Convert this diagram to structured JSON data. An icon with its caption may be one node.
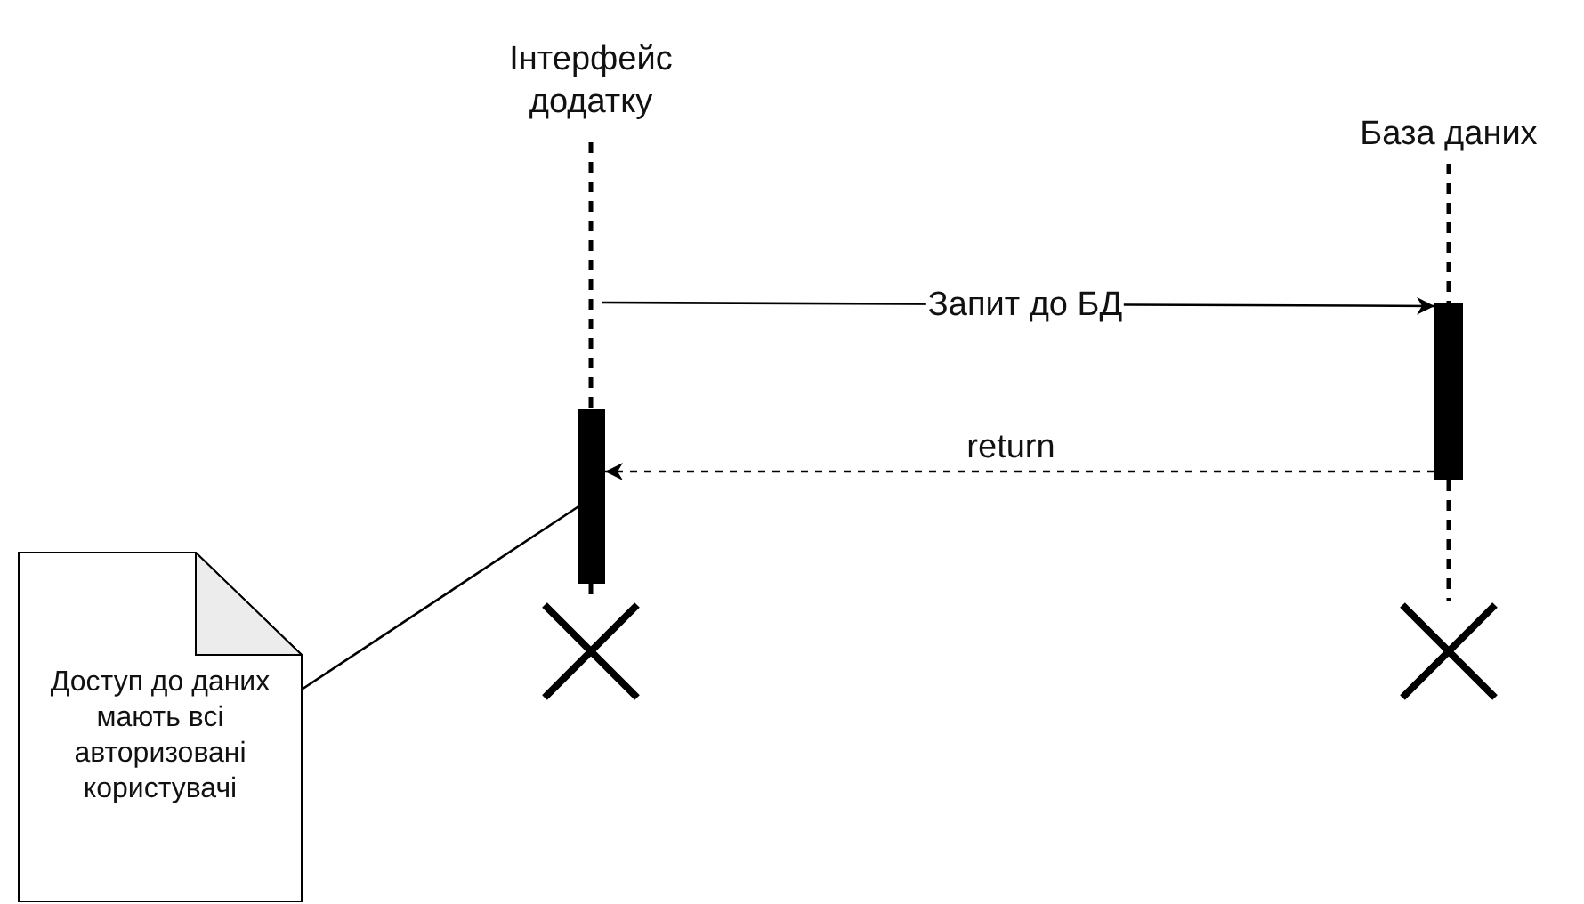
{
  "diagram": {
    "nodes": [
      {
        "text": [
          "Інтерфейс додатку"
        ]
      },
      {
        "text": [
          "База даних"
        ]
      },
      {
        "text": [],
        "shape": "bar"
      },
      {
        "text": [],
        "shape": "bar"
      },
      {
        "text": [
          "Доступ до даних мають всі авторизовані користувачі"
        ]
      },
      {
        "text": [],
        "shape": "cross"
      },
      {
        "text": [],
        "shape": "cross"
      }
    ],
    "edges": [
      {
        "from": 0,
        "to": 2,
        "arrow": "none",
        "style": "dashed"
      },
      {
        "from": 1,
        "to": 3,
        "arrow": "none",
        "style": "dashed"
      },
      {
        "from": null,
        "to": 3,
        "arrow": "to",
        "label": "Запит до БД"
      },
      {
        "from": 3,
        "to": 2,
        "arrow": "to",
        "label": "return",
        "style": "dashed"
      },
      {
        "from": 4,
        "to": 2,
        "arrow": "none"
      },
      {
        "from": 2,
        "to": 5,
        "arrow": "none",
        "style": "dashed"
      },
      {
        "from": 3,
        "to": 6,
        "arrow": "none",
        "style": "dashed"
      }
    ]
  }
}
